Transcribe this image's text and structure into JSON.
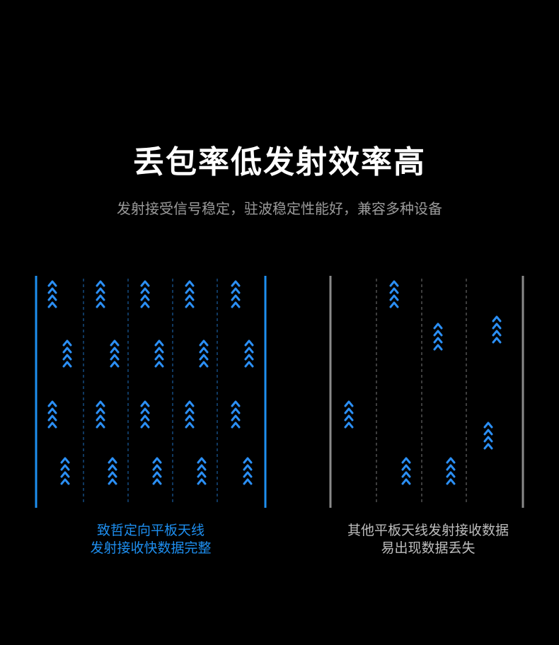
{
  "heading": {
    "title": "丢包率低发射效率高",
    "subtitle": "发射接受信号稳定，驻波稳定性能好，兼容多种设备"
  },
  "comparison": {
    "left": {
      "caption_line1": "致哲定向平板天线",
      "caption_line2": "发射接收快数据完整",
      "border_color": "#1e8ff0",
      "arrow_color": "#2b8ff5",
      "lane_line_color": "#1e6fbf"
    },
    "right": {
      "caption_line1": "其他平板天线发射接收数据",
      "caption_line2": "易出现数据丢失",
      "border_color": "#8a8a8a",
      "arrow_color": "#2b8ff5",
      "lane_line_color": "#7a7a7a"
    }
  },
  "colors": {
    "background": "#000000",
    "title": "#ffffff",
    "subtitle": "#9a9a9a"
  }
}
